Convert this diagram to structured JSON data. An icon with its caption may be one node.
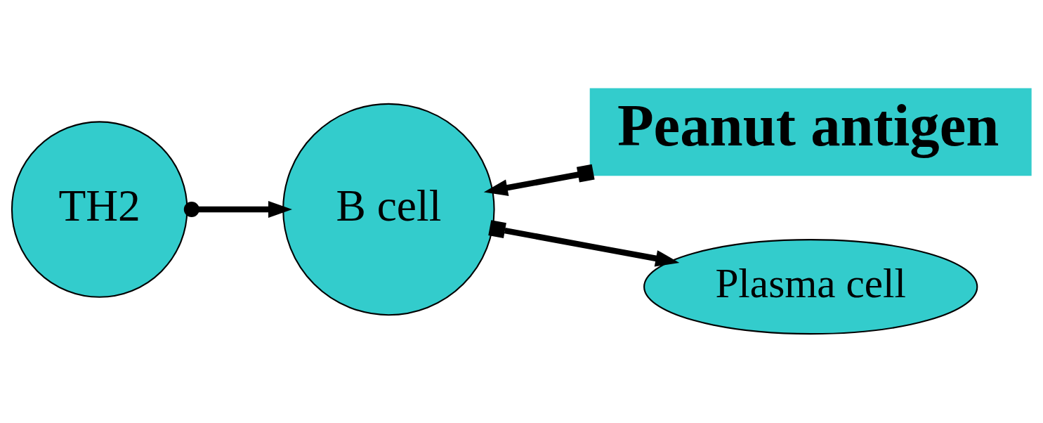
{
  "diagram": {
    "nodes": [
      {
        "text": [
          "TH2"
        ]
      },
      {
        "text": [
          "B cell"
        ]
      },
      {
        "text": [
          "Peanut antigen"
        ]
      },
      {
        "text": [
          "Plasma cell"
        ]
      }
    ],
    "edges": [
      {
        "from": 0,
        "to": 1,
        "arrow": "to"
      },
      {
        "from": 2,
        "to": 1,
        "arrow": "to"
      },
      {
        "from": 1,
        "to": 3,
        "arrow": "to"
      }
    ]
  }
}
